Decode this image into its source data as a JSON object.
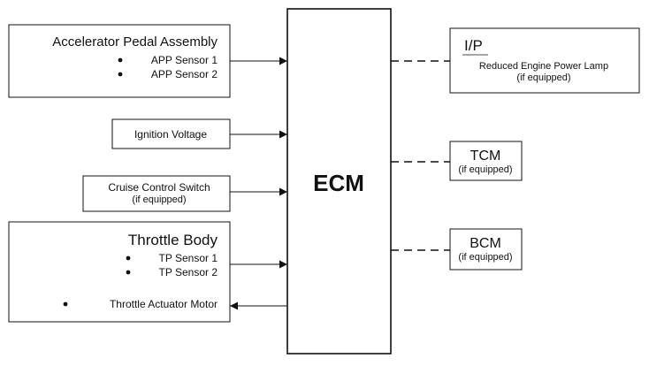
{
  "ecm": {
    "label": "ECM"
  },
  "app": {
    "title": "Accelerator Pedal Assembly",
    "sensor1": "APP Sensor 1",
    "sensor2": "APP Sensor 2"
  },
  "ignition": {
    "label": "Ignition Voltage"
  },
  "cruise": {
    "label": "Cruise Control Switch",
    "sub": "(if equipped)"
  },
  "throttle": {
    "title": "Throttle Body",
    "sensor1": "TP Sensor 1",
    "sensor2": "TP Sensor 2",
    "actuator": "Throttle Actuator Motor"
  },
  "ip": {
    "title": "I/P",
    "line1": "Reduced Engine Power Lamp",
    "line2": "(if equipped)"
  },
  "tcm": {
    "title": "TCM",
    "sub": "(if equipped)"
  },
  "bcm": {
    "title": "BCM",
    "sub": "(if equipped)"
  }
}
